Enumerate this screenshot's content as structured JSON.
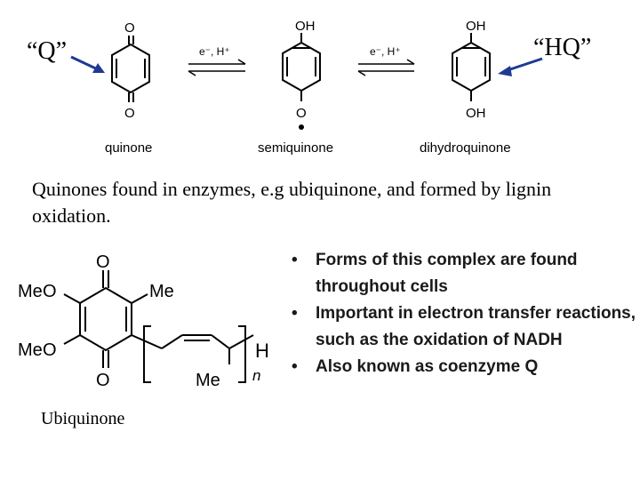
{
  "top": {
    "label_q": "“Q”",
    "label_hq": "“HQ”",
    "compounds": [
      {
        "name": "quinone"
      },
      {
        "name": "semiquinone"
      },
      {
        "name": "dihydroquinone"
      }
    ],
    "reagents": [
      "e⁻, H⁺",
      "e⁻, H⁺"
    ],
    "atoms": {
      "quinone_top": "O",
      "quinone_bottom": "O",
      "semi_top": "OH",
      "semi_bottom": "O",
      "dihydro_top": "OH",
      "dihydro_bottom": "OH"
    }
  },
  "caption": "Quinones found in enzymes, e.g ubiquinone, and formed by lignin oxidation.",
  "ubiquinone": {
    "name": "Ubiquinone",
    "atoms": {
      "o_top": "O",
      "o_bottom": "O",
      "meo_upper": "Me",
      "meo_upper_o": "O",
      "meo_lower": "Me",
      "meo_lower_o": "O",
      "me_right": "Me",
      "me_chain": "Me",
      "h_end": "H",
      "repeat_n": "n"
    }
  },
  "bullets": [
    "Forms of this complex are found throughout cells",
    "Important in electron transfer reactions, such as the oxidation of NADH",
    "Also known as coenzyme Q"
  ]
}
